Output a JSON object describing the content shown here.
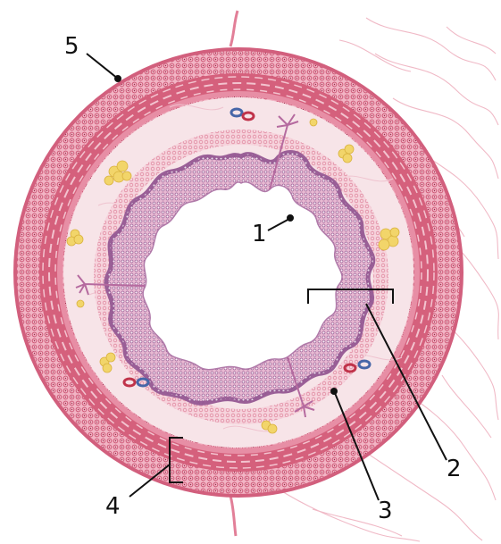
{
  "diagram": {
    "labels": [
      {
        "id": "mucosa",
        "text": "1"
      },
      {
        "id": "submucosa-gland-bracket",
        "text": "2"
      },
      {
        "id": "submucosa",
        "text": "3"
      },
      {
        "id": "muscularis",
        "text": "4"
      },
      {
        "id": "serosa",
        "text": "5"
      }
    ]
  },
  "colors": {
    "outer_wall": "#e27f98",
    "outer_wall_dark": "#c9506f",
    "muscle_band": "#d5607c",
    "submucosa_fill": "#f7e4e8",
    "mucosa_fill": "#e8b9d2",
    "epithelium": "#9a5f97",
    "adventitia_fibers": "#f0b9c6",
    "fat_cells": "#f2d56a",
    "artery": "#c0334a",
    "vein": "#4766a8",
    "label_line": "#111111"
  }
}
